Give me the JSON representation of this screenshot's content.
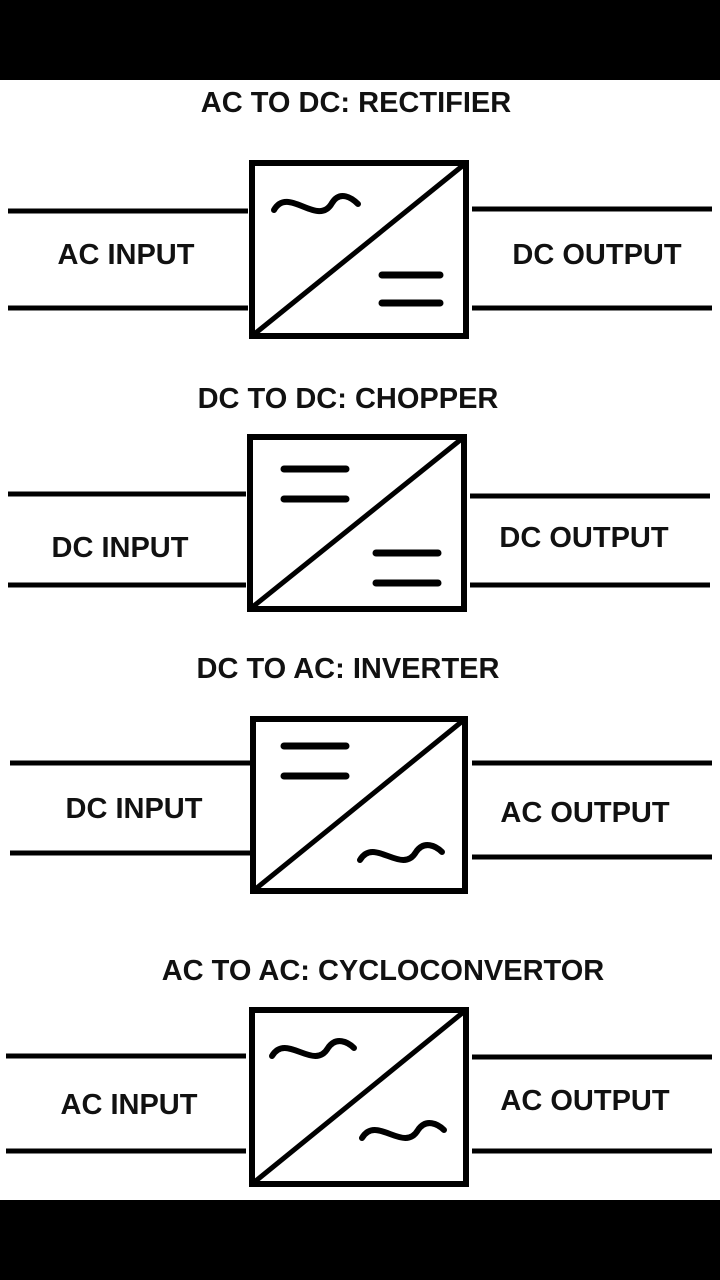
{
  "colors": {
    "background": "#ffffff",
    "frame": "#000000",
    "ink": "#000000"
  },
  "converters": [
    {
      "title": "AC TO DC: RECTIFIER",
      "input_label": "AC INPUT",
      "output_label": "DC OUTPUT",
      "input_symbol": "ac-wave-icon",
      "output_symbol": "dc-lines-icon"
    },
    {
      "title": "DC TO DC: CHOPPER",
      "input_label": "DC INPUT",
      "output_label": "DC OUTPUT",
      "input_symbol": "dc-lines-icon",
      "output_symbol": "dc-lines-icon"
    },
    {
      "title": "DC TO AC: INVERTER",
      "input_label": "DC INPUT",
      "output_label": "AC OUTPUT",
      "input_symbol": "dc-lines-icon",
      "output_symbol": "ac-wave-icon"
    },
    {
      "title": "AC TO AC: CYCLOCONVERTOR",
      "input_label": "AC INPUT",
      "output_label": "AC OUTPUT",
      "input_symbol": "ac-wave-icon",
      "output_symbol": "ac-wave-icon"
    }
  ]
}
